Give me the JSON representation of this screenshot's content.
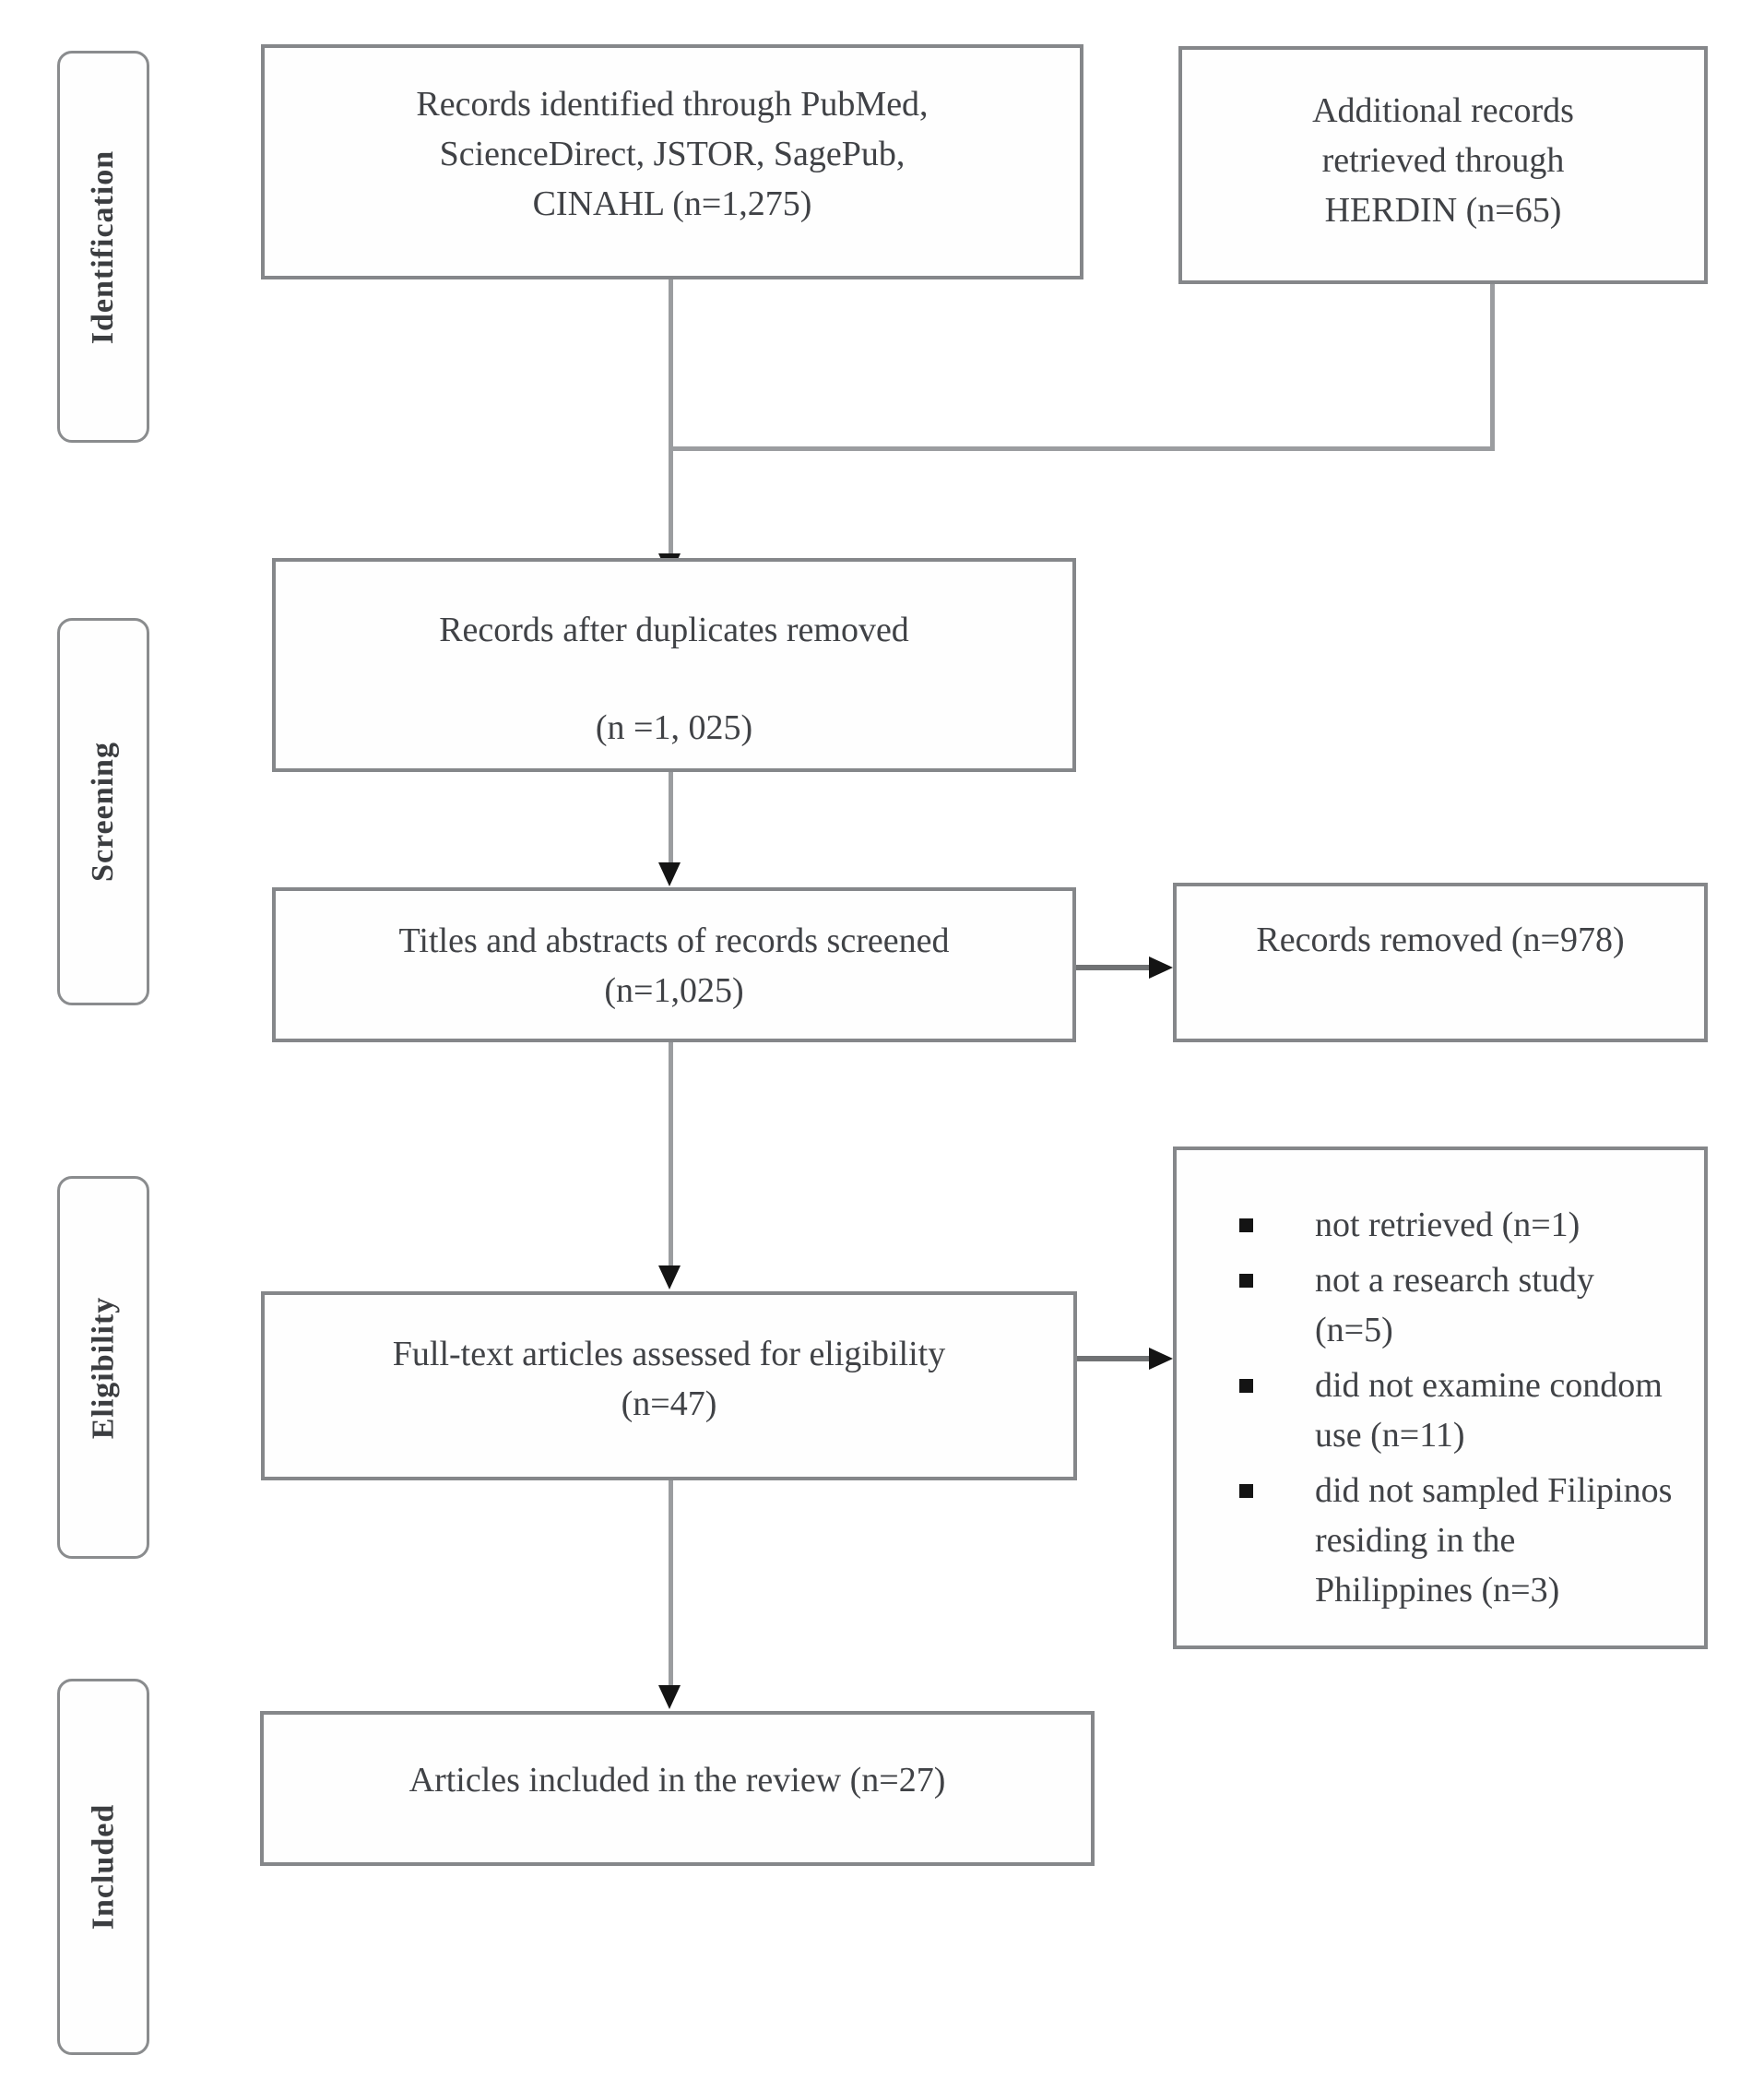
{
  "diagram": {
    "type": "prisma-flow-diagram",
    "stages": [
      {
        "label": "Identification"
      },
      {
        "label": "Screening"
      },
      {
        "label": "Eligibility"
      },
      {
        "label": "Included"
      }
    ],
    "boxes": {
      "identified": {
        "lines": [
          "Records identified through PubMed,",
          "ScienceDirect, JSTOR, SagePub,",
          "CINAHL (n=1,275)"
        ]
      },
      "additional": {
        "lines": [
          "Additional records",
          "retrieved through",
          "HERDIN (n=65)"
        ]
      },
      "duplicates_removed": {
        "line1": "Records after duplicates removed",
        "line2": "(n =1, 025)"
      },
      "screened": {
        "line1": "Titles and abstracts of records screened",
        "line2": "(n=1,025)"
      },
      "records_removed": {
        "text": "Records removed (n=978)"
      },
      "fulltext_assessed": {
        "line1": "Full-text articles assessed for eligibility",
        "line2": "(n=47)"
      },
      "excluded_reasons": {
        "items": [
          "not retrieved (n=1)",
          "not a research study (n=5)",
          "did not examine condom use (n=11)",
          "did not sampled Filipinos residing in the Philippines (n=3)"
        ]
      },
      "included_articles": {
        "text": "Articles included in the review (n=27)"
      }
    },
    "colors": {
      "box_border": "#85878a",
      "connector_line": "#9b9da0",
      "arrowhead": "#141414",
      "text": "#404246"
    }
  }
}
